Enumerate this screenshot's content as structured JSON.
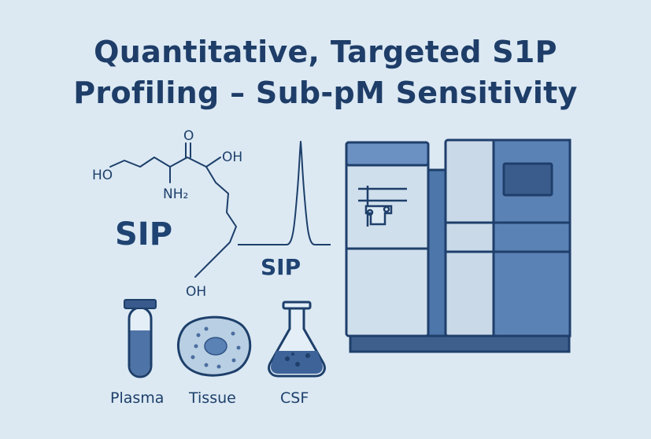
{
  "title": {
    "line1": "Quantitative, Targeted S1P",
    "line2": "Profiling – Sub-pM Sensitivity"
  },
  "molecule": {
    "label": "SIP",
    "atoms": {
      "ho_left": "HO",
      "oxygen": "O",
      "oh_top": "OH",
      "nh2": "NH₂",
      "oh_bottom": "OH"
    }
  },
  "chromatogram": {
    "label": "SIP"
  },
  "samples": [
    {
      "label": "Plasma",
      "icon": "test-tube-icon"
    },
    {
      "label": "Tissue",
      "icon": "tissue-cell-icon"
    },
    {
      "label": "CSF",
      "icon": "flask-icon"
    }
  ],
  "instrument": {
    "icon": "lc-ms-instrument-icon"
  },
  "colors": {
    "background": "#dce9f3",
    "primary": "#1e3d68",
    "accent_blue": "#5b82b5",
    "panel_light": "#c9d9e8"
  }
}
